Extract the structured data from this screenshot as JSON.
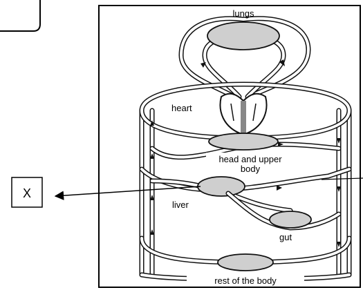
{
  "labels": {
    "lungs": "lungs",
    "heart": "heart",
    "head_line1": "head and upper",
    "head_line2": "body",
    "liver": "liver",
    "gut": "gut",
    "rest": "rest of the body",
    "x_box": "X"
  }
}
